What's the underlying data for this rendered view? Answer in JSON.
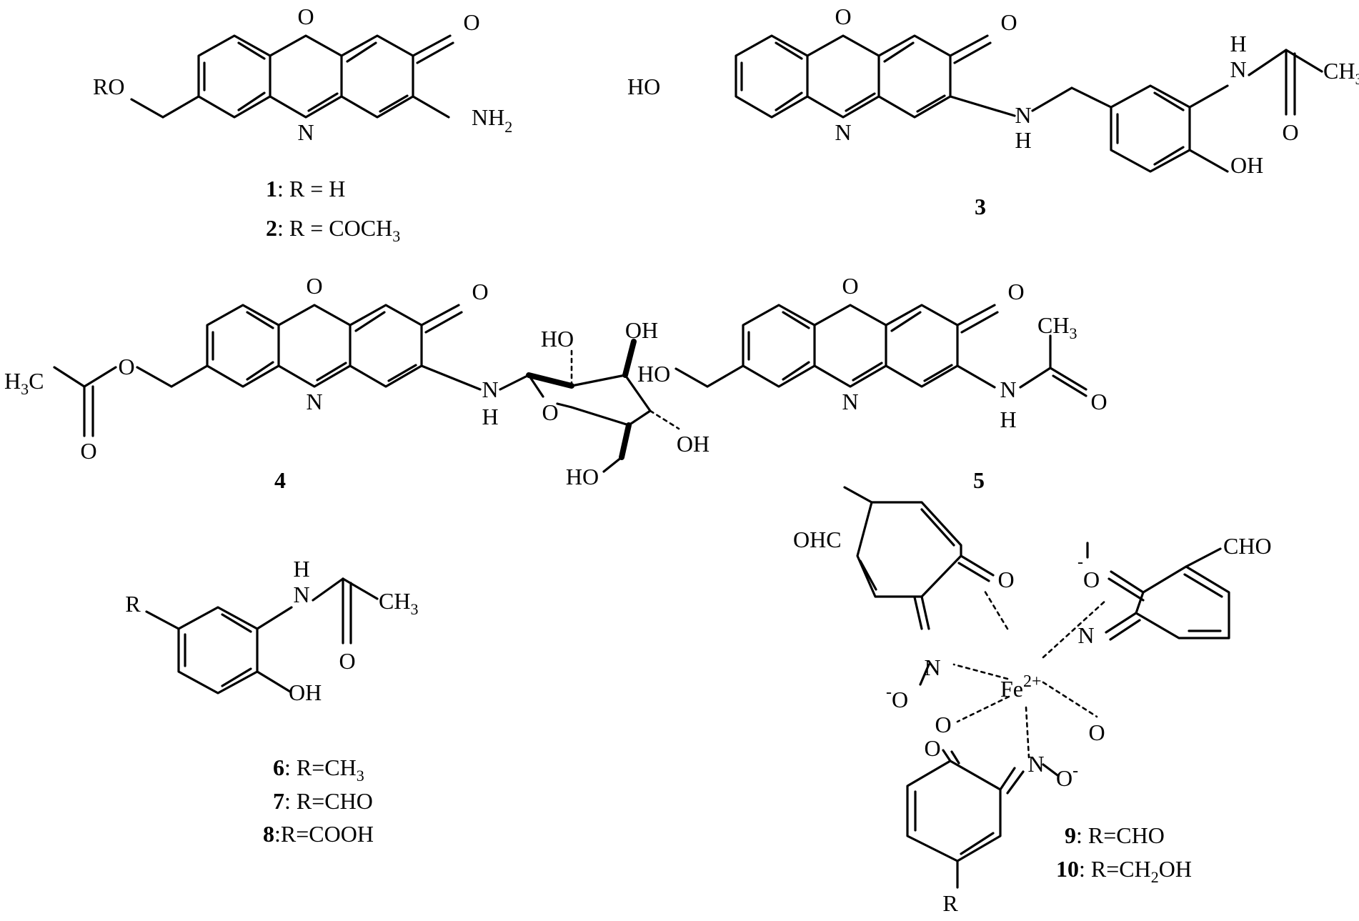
{
  "compounds": {
    "c1": {
      "ring_labels": {
        "o_ring": "O",
        "o_carbonyl": "O",
        "n_ring": "N",
        "nh2": "NH",
        "nh2_sub": "2",
        "ro": "RO"
      }
    },
    "c12_caption": {
      "line1_num": "1",
      "line1_text": ": R = H",
      "line2_num": "2",
      "line2_text": ": R = COCH",
      "line2_sub": "3"
    },
    "c3": {
      "labels": {
        "o_ring": "O",
        "o_carbonyl": "O",
        "n_ring": "N",
        "ho": "HO",
        "nh": "N",
        "nh_h": "H",
        "amide_h": "H",
        "amide_n": "N",
        "amide_o": "O",
        "ch3": "CH",
        "ch3_sub": "3",
        "oh": "OH"
      },
      "caption_num": "3"
    },
    "c4": {
      "labels": {
        "o_ring": "O",
        "o_carbonyl": "O",
        "n_ring": "N",
        "h3c": "H",
        "h3c_sub": "3",
        "h3c_c": "C",
        "ester_o": "O",
        "ester_co": "O",
        "nh_n": "N",
        "nh_h": "H",
        "sugar_o": "O",
        "ho1": "HO",
        "oh1": "OH",
        "oh2": "OH",
        "ho2": "HO"
      },
      "caption_num": "4"
    },
    "c5": {
      "labels": {
        "o_ring": "O",
        "o_carbonyl": "O",
        "n_ring": "N",
        "ho": "HO",
        "ch3": "CH",
        "ch3_sub": "3",
        "amide_o": "O",
        "amide_n": "N",
        "amide_h": "H"
      },
      "caption_num": "5"
    },
    "c678": {
      "labels": {
        "r": "R",
        "h": "H",
        "n": "N",
        "ch3": "CH",
        "ch3_sub": "3",
        "o": "O",
        "oh": "OH"
      },
      "caption": {
        "l1_num": "6",
        "l1_text": ": R=CH",
        "l1_sub": "3",
        "l2_num": "7",
        "l2_text": ": R=CHO",
        "l3_num": "8",
        "l3_text": ":R=COOH"
      }
    },
    "c910": {
      "labels": {
        "ohc": "OHC",
        "o1": "O",
        "n1": "N",
        "om1": "O",
        "om1_sup": "-",
        "fe": "Fe",
        "fe_sup": "2+",
        "om2_sup": "-",
        "om2": "O",
        "n2": "N",
        "cho": "CHO",
        "o2": "O",
        "o3": "O",
        "o4": "O",
        "n3": "N",
        "om3": "O",
        "om3_sup": "-",
        "r": "R"
      },
      "caption": {
        "l1_num": "9",
        "l1_text": ": R=CHO",
        "l2_num": "10",
        "l2_text": ": R=CH",
        "l2_sub": "2",
        "l2_tail": "OH"
      }
    }
  }
}
